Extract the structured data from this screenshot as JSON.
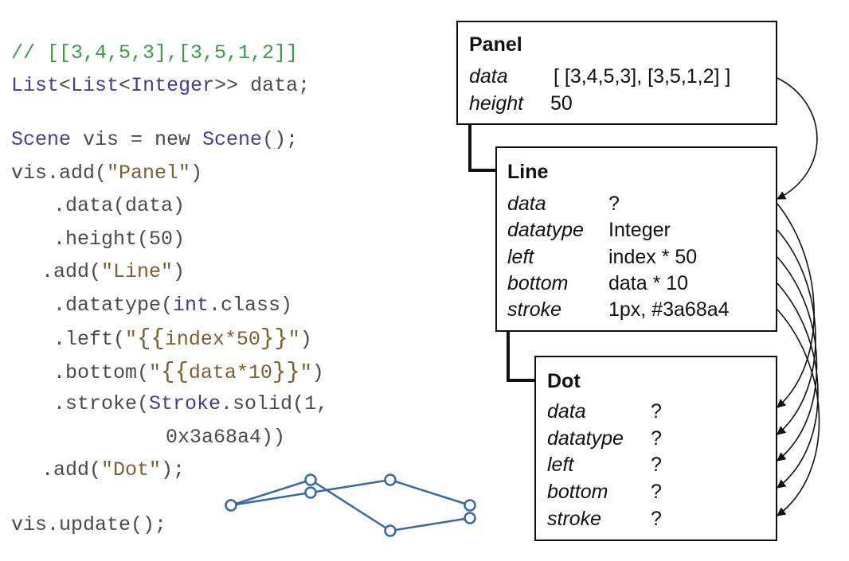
{
  "code": {
    "comment": "// [[3,4,5,3],[3,5,1,2]]",
    "decl_type_1": "List",
    "decl_type_2": "List",
    "decl_type_3": "Integer",
    "decl_rest": " data;",
    "scene_type_1": "Scene",
    "scene_mid": " vis = new ",
    "scene_type_2": "Scene",
    "scene_end": "();",
    "add_panel_pre": "vis.add(",
    "add_panel_str": "\"Panel\"",
    "data_call": ".data(data)",
    "height_call": ".height(50)",
    "add_line_pre": ".add(",
    "add_line_str": "\"Line\"",
    "datatype_pre": ".datatype(",
    "datatype_int": "int",
    "datatype_post": ".class)",
    "left_pre": ".left(",
    "left_str_open": "\"",
    "left_expr": "index*50",
    "left_str_close": "\"",
    "bottom_pre": ".bottom(",
    "bottom_expr": "data*10",
    "stroke_pre": ".stroke(",
    "stroke_type": "Stroke",
    "stroke_post": ".solid(1,",
    "stroke_hex": "0x3a68a4))",
    "add_dot_pre": ".add(",
    "add_dot_str": "\"Dot\"",
    "add_dot_end": ");",
    "update_call": "vis.update();",
    "brace_open": "{{",
    "brace_close": "}}",
    "paren_close": ")",
    "lt": "<",
    "gt": ">"
  },
  "panel": {
    "title": "Panel",
    "props": [
      {
        "name": "data",
        "value": "[ [3,4,5,3], [3,5,1,2] ]"
      },
      {
        "name": "height",
        "value": "50"
      }
    ]
  },
  "line": {
    "title": "Line",
    "props": [
      {
        "name": "data",
        "value": "?"
      },
      {
        "name": "datatype",
        "value": "Integer"
      },
      {
        "name": "left",
        "value": "index * 50"
      },
      {
        "name": "bottom",
        "value": "data * 10"
      },
      {
        "name": "stroke",
        "value": "1px, #3a68a4"
      }
    ]
  },
  "dot": {
    "title": "Dot",
    "props": [
      {
        "name": "data",
        "value": "?"
      },
      {
        "name": "datatype",
        "value": "?"
      },
      {
        "name": "left",
        "value": "?"
      },
      {
        "name": "bottom",
        "value": "?"
      },
      {
        "name": "stroke",
        "value": "?"
      }
    ]
  },
  "chart_data": {
    "type": "line",
    "x": [
      0,
      1,
      2,
      3
    ],
    "series": [
      {
        "values": [
          3,
          4,
          5,
          3
        ]
      },
      {
        "values": [
          3,
          5,
          1,
          2
        ]
      }
    ],
    "marker": "circle",
    "color": "#3a68a4"
  },
  "colors": {
    "comment": "#3d9a4a",
    "type": "#3f3e92",
    "string": "#7d5e2e",
    "code_text": "#4a4a4a",
    "series": "#3a68a4"
  }
}
